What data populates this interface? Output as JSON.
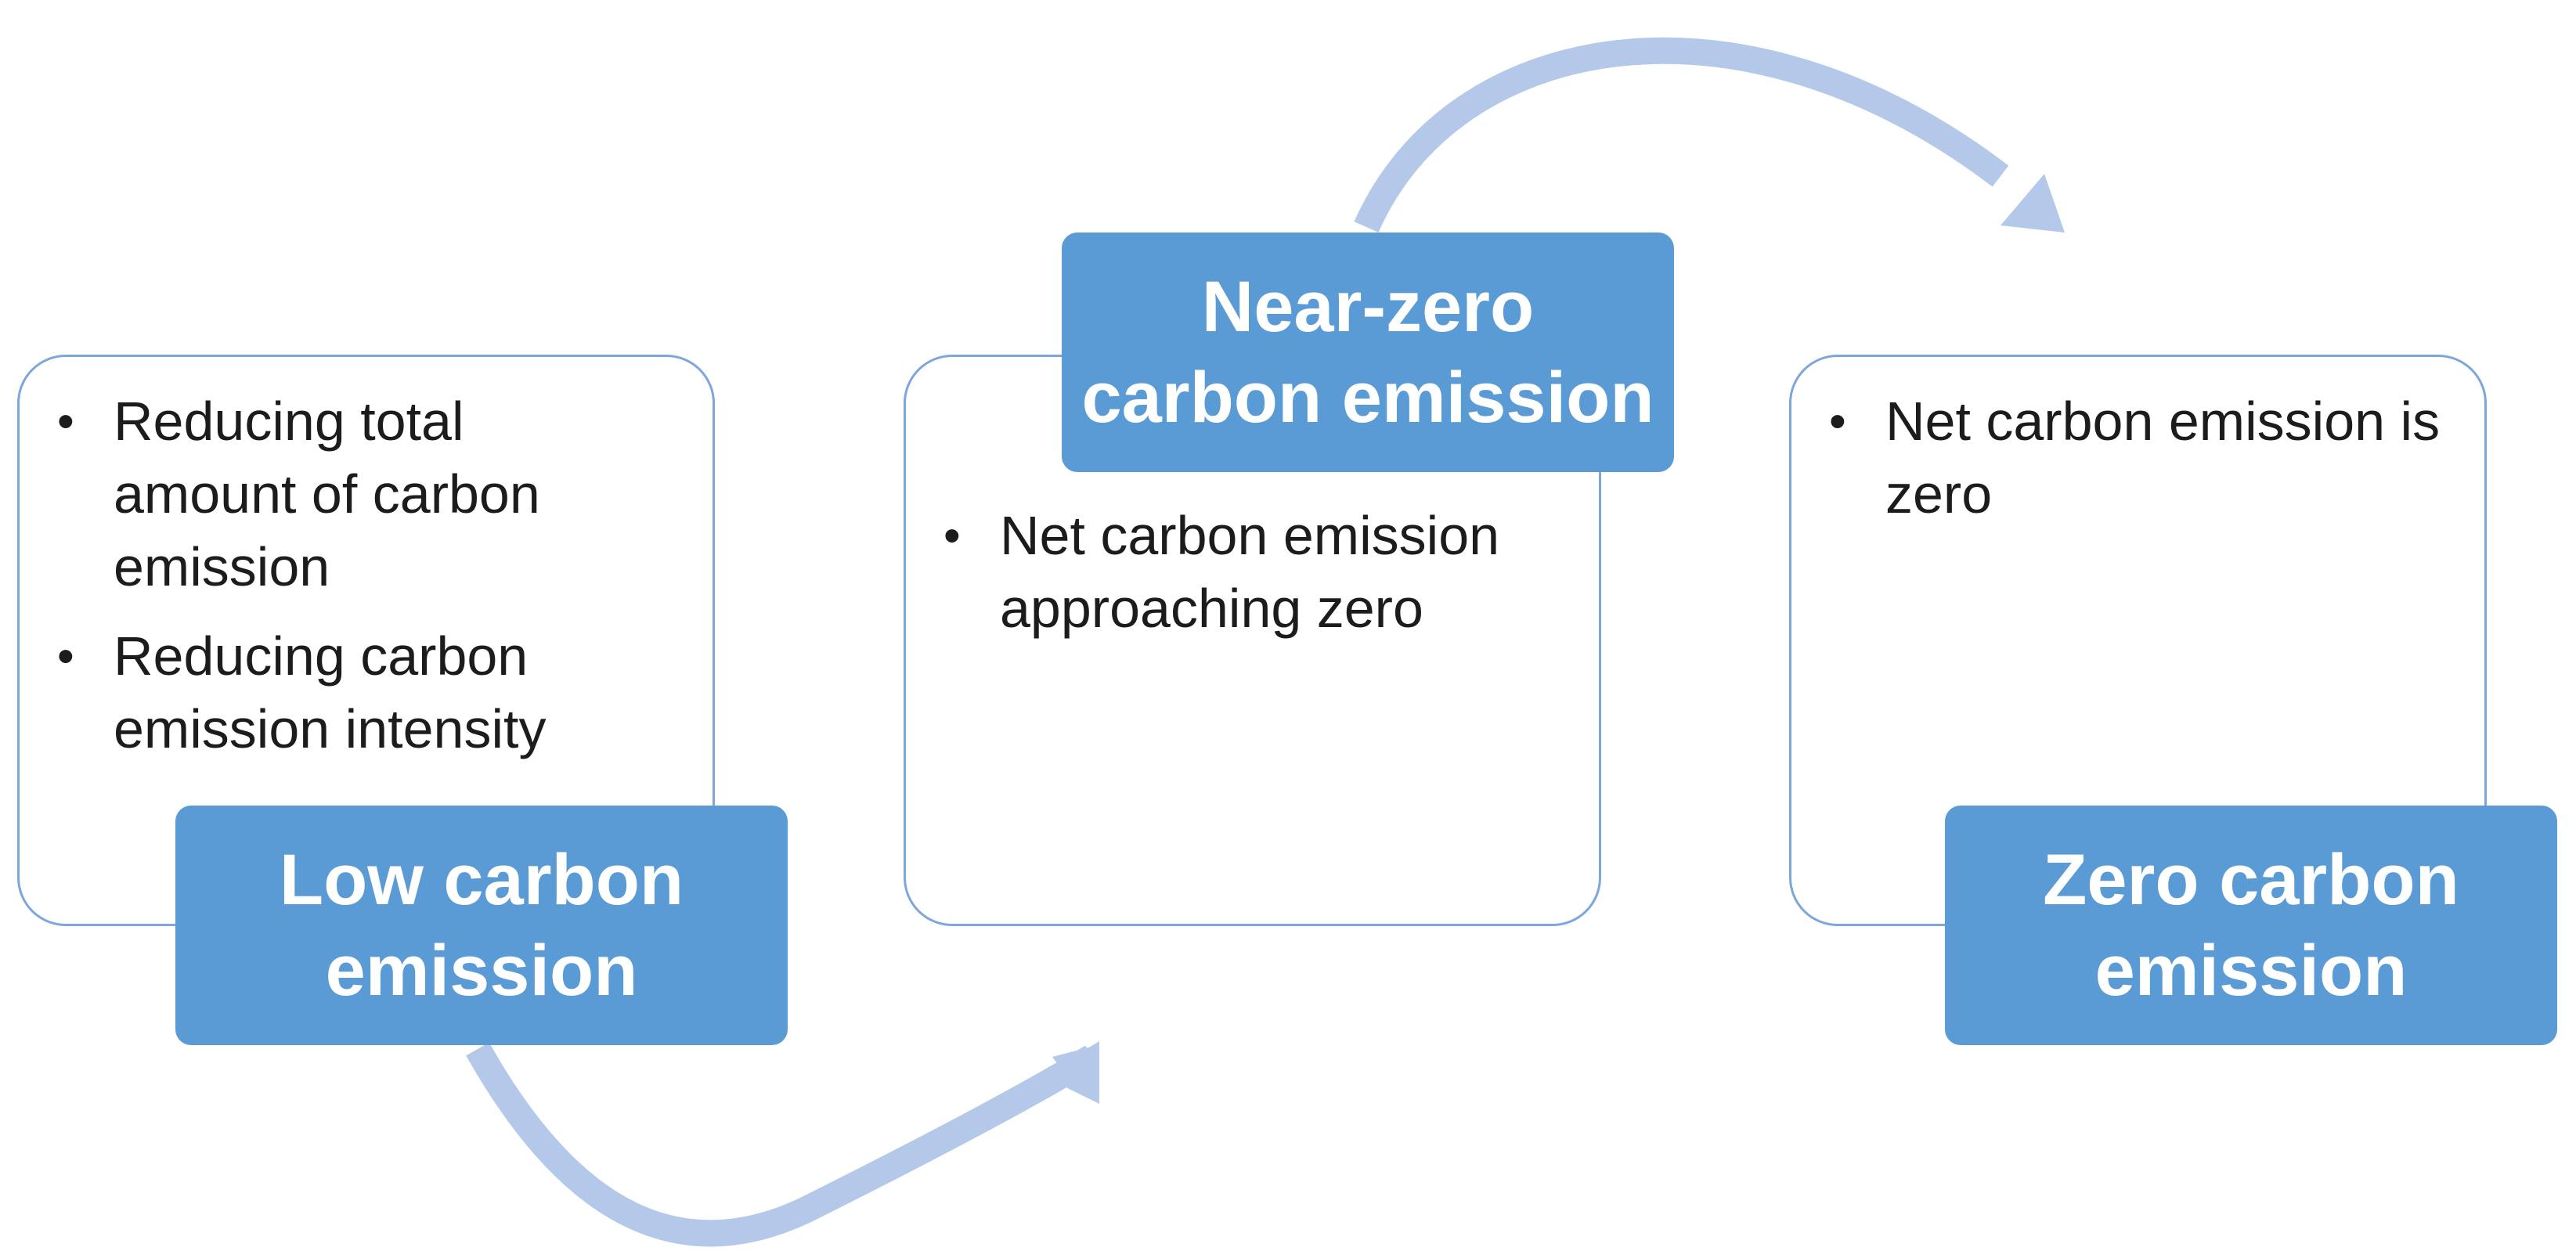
{
  "colors": {
    "label_fill": "#5b9bd5",
    "card_border": "#7fa6dc",
    "arrow": "#b4c9ea"
  },
  "stages": [
    {
      "title_lines": [
        "Low carbon",
        "emission"
      ],
      "bullets": [
        [
          "Reducing total",
          "amount of carbon",
          "emission"
        ],
        [
          "Reducing carbon",
          "emission intensity"
        ]
      ]
    },
    {
      "title_lines": [
        "Near-zero",
        "carbon emission"
      ],
      "bullets": [
        [
          "Net carbon emission",
          "approaching zero"
        ]
      ]
    },
    {
      "title_lines": [
        "Zero carbon",
        "emission"
      ],
      "bullets": [
        [
          "Net carbon emission is",
          "zero"
        ]
      ]
    }
  ],
  "icons": [
    "curved-arrow-icon",
    "curved-arrow-icon"
  ]
}
